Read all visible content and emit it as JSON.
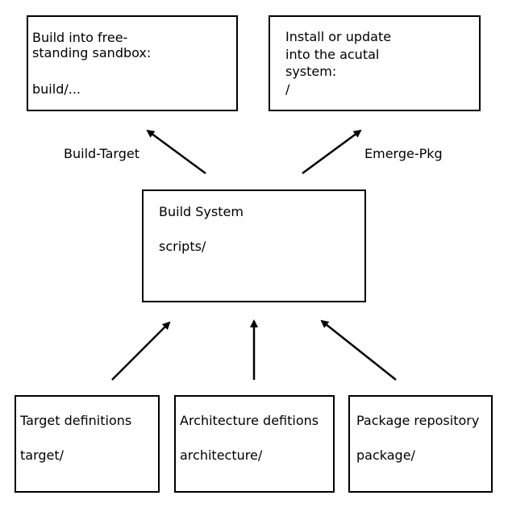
{
  "boxes": {
    "sandbox": {
      "line1": "Build into free-",
      "line2": "standing sandbox:",
      "line3": "build/..."
    },
    "install": {
      "line1": "Install or update",
      "line2": "into the acutal",
      "line3": "system:",
      "line4": "/"
    },
    "build_system": {
      "title": "Build System",
      "path": "scripts/"
    },
    "target": {
      "title": "Target definitions",
      "path": "target/"
    },
    "architecture": {
      "title": "Architecture defitions",
      "path": "architecture/"
    },
    "package": {
      "title": "Package repository",
      "path": "package/"
    }
  },
  "arrow_labels": {
    "build_target": "Build-Target",
    "emerge_pkg": "Emerge-Pkg"
  }
}
